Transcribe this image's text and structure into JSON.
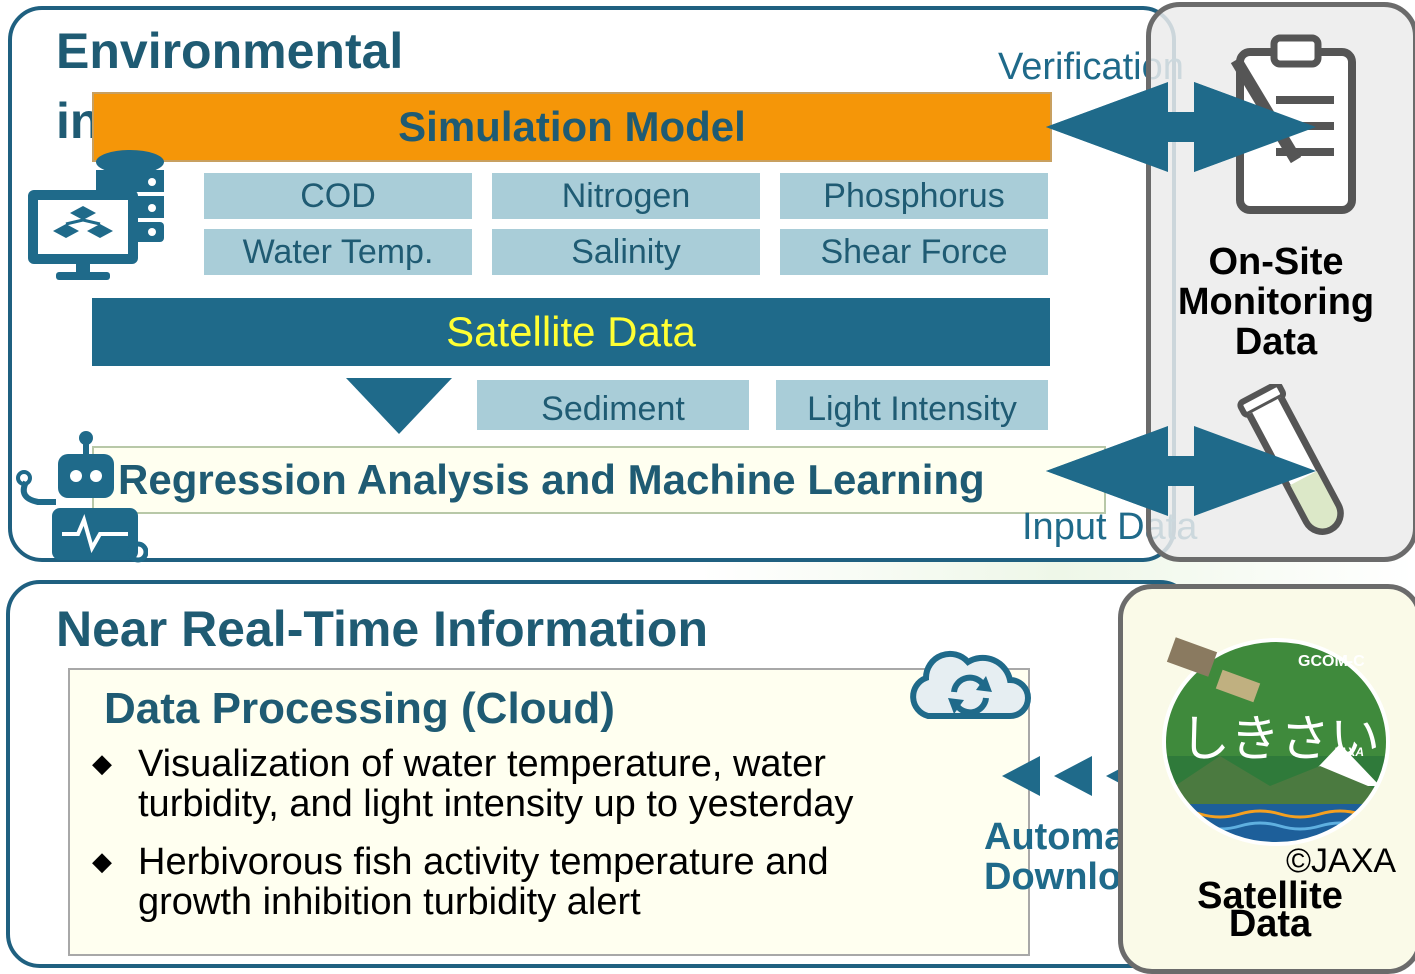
{
  "top": {
    "title": "Environmental",
    "title_partial": "in",
    "simulation_model": "Simulation Model",
    "params": [
      "COD",
      "Nitrogen",
      "Phosphorus",
      "Water Temp.",
      "Salinity",
      "Shear Force"
    ],
    "satellite_data": "Satellite Data",
    "sat_params": [
      "Sediment",
      "Light Intensity"
    ],
    "regression": "Regression Analysis and Machine Learning",
    "verification": "Verification",
    "input_data": "Input Data",
    "onsite": [
      "On-Site",
      "Monitoring",
      "Data"
    ]
  },
  "bottom": {
    "title": "Near Real-Time Information",
    "processing_title": "Data Processing (Cloud)",
    "bullets": [
      [
        "Visualization of water temperature, water",
        "turbidity, and light intensity up to yesterday"
      ],
      [
        "Herbivorous fish activity temperature and",
        "growth inhibition turbidity alert"
      ]
    ],
    "auto_download": [
      "Automatic",
      "Download"
    ],
    "copyright": "©JAXA",
    "satellite_label": [
      "Satellite",
      "Data"
    ],
    "logo_text": "しきさい",
    "logo_mission": "GCOM-C",
    "logo_agency": "JAXA"
  },
  "colors": {
    "primary": "#1f6a8a",
    "orange": "#f59608",
    "param_bg": "#a9cdd8",
    "yellow_text": "#ffff33",
    "cream": "#fffff0"
  },
  "icons": [
    "database-icon",
    "monitor-network-icon",
    "robot-icon",
    "clipboard-icon",
    "test-tube-icon",
    "cloud-sync-icon",
    "satellite-logo"
  ]
}
